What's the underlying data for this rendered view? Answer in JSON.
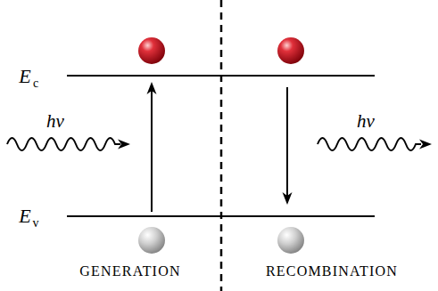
{
  "diagram": {
    "labels": [
      "E",
      "c",
      "E",
      "v",
      "hν",
      "hν",
      "GENERATION",
      "RECOMBINATION"
    ]
  }
}
